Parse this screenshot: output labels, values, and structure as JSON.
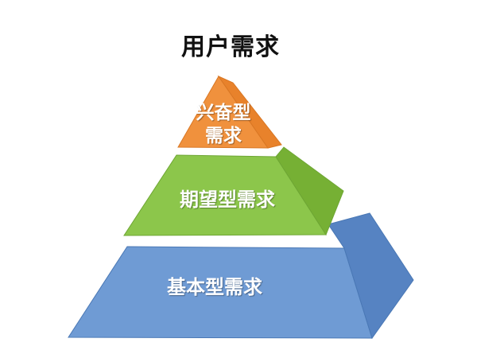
{
  "title": "用户需求",
  "levels": {
    "top": {
      "label": "兴奋型需求",
      "color": "#f0913d"
    },
    "middle": {
      "label": "期望型需求",
      "color": "#86c545"
    },
    "bottom": {
      "label": "基本型需求",
      "color": "#6b98d3"
    }
  }
}
